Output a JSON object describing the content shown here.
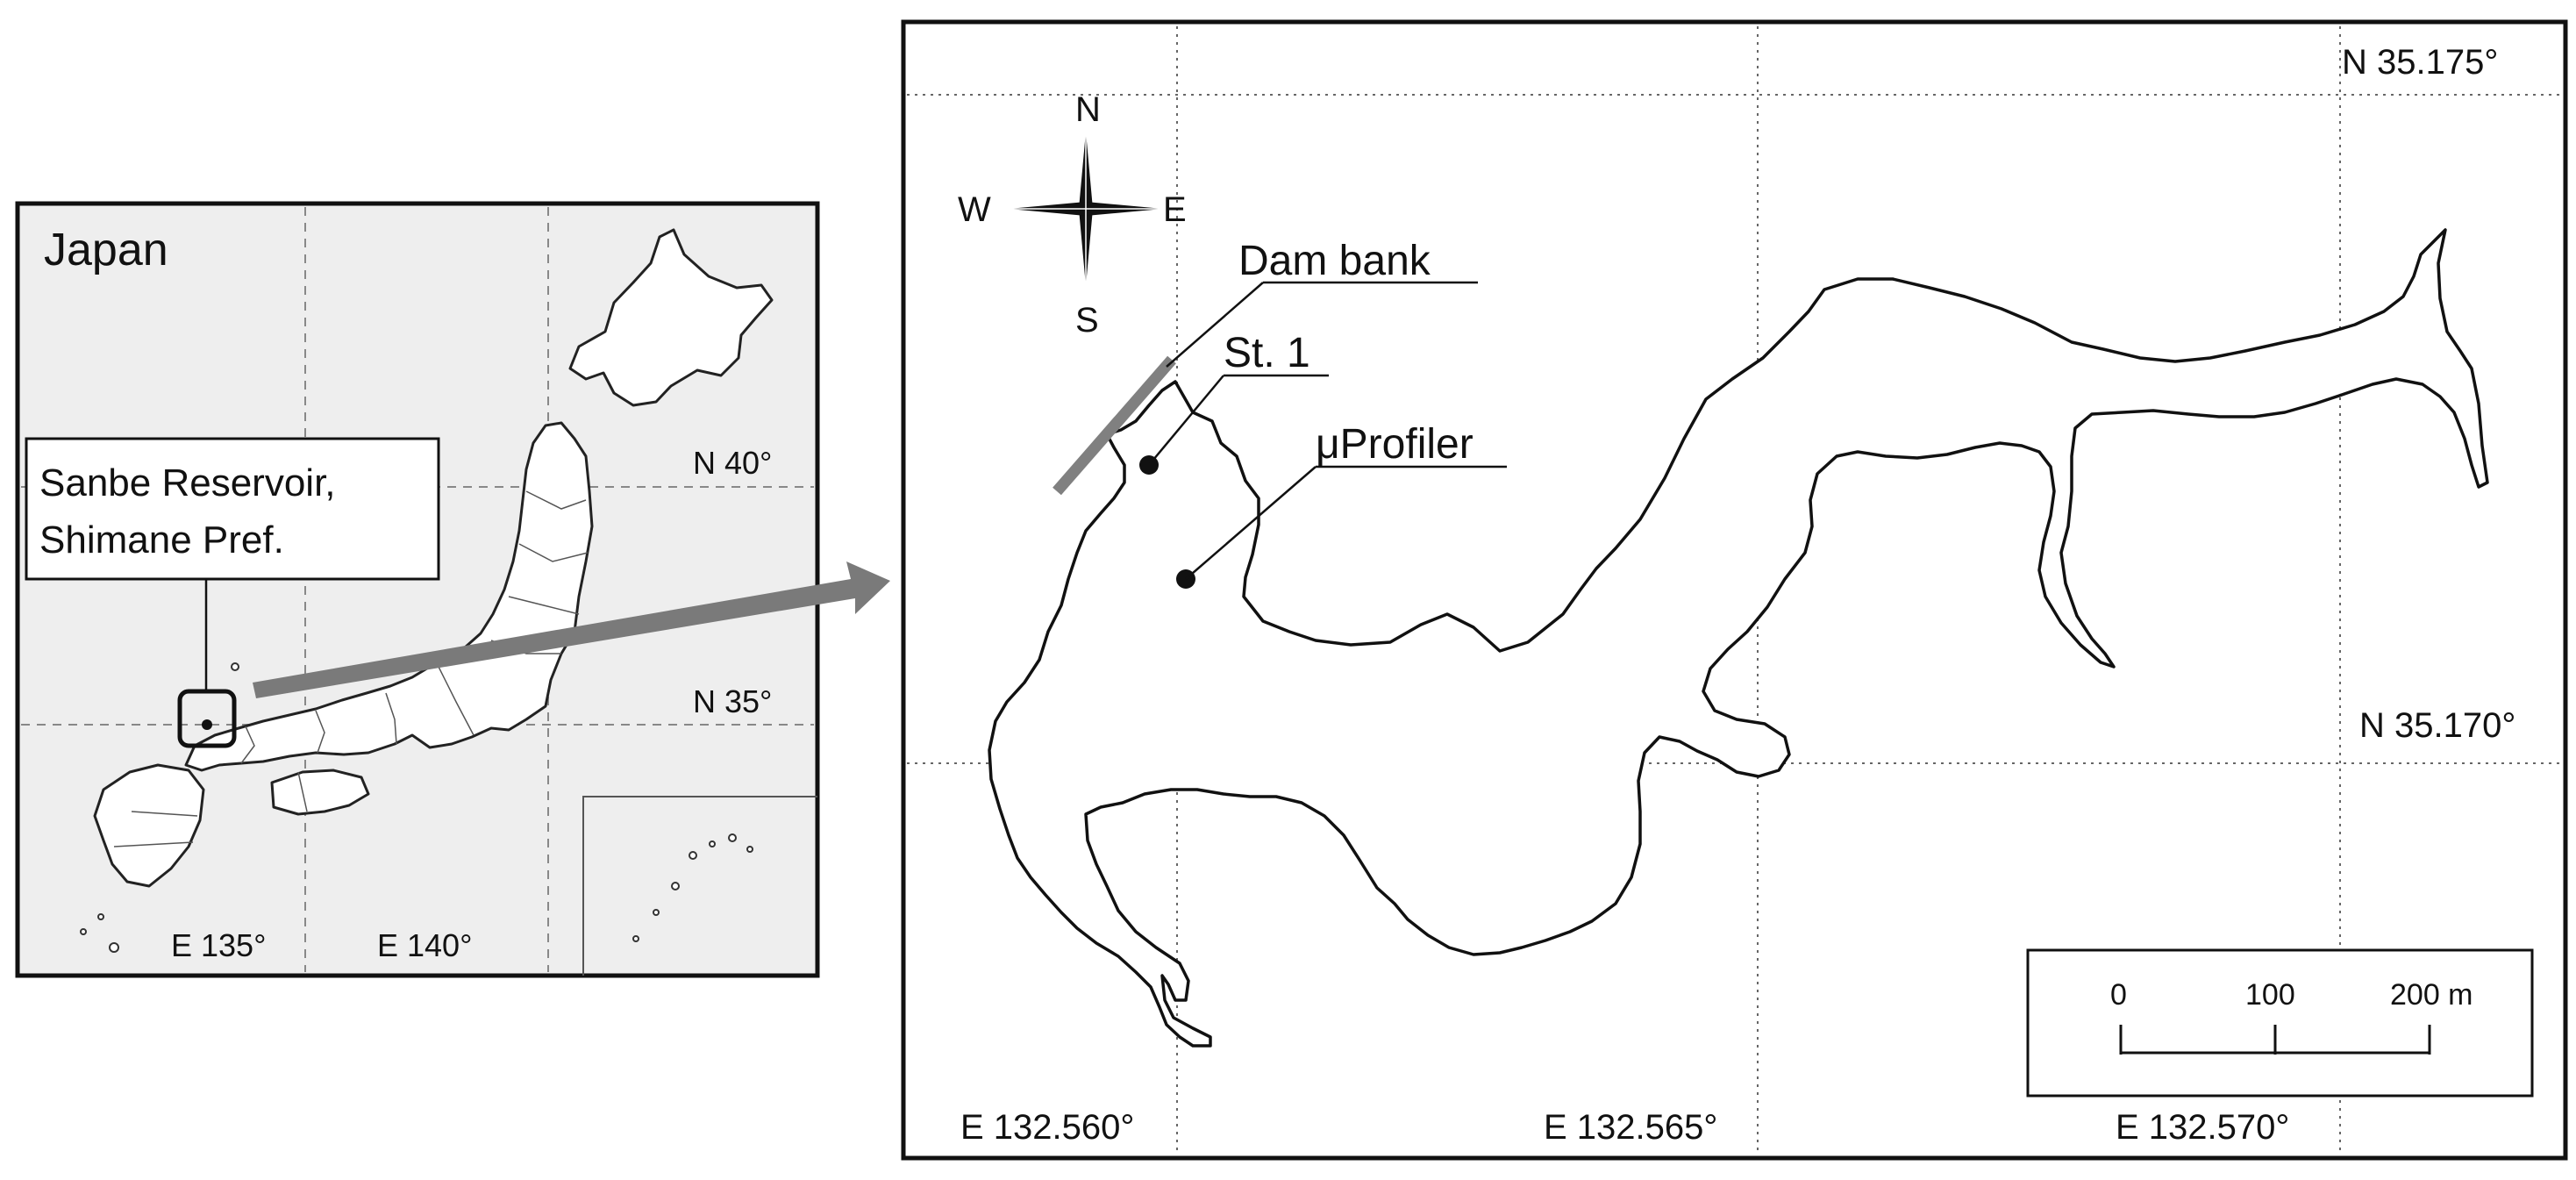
{
  "inset_map": {
    "country_label": "Japan",
    "site_label_line1": "Sanbe Reservoir,",
    "site_label_line2": "Shimane Pref.",
    "lat_labels": [
      "N 40°",
      "N 35°"
    ],
    "lon_labels": [
      "E 135°",
      "E 140°"
    ]
  },
  "main_map": {
    "lat_labels": [
      "N 35.175°",
      "N 35.170°"
    ],
    "lon_labels": [
      "E 132.560°",
      "E 132.565°",
      "E 132.570°"
    ],
    "compass": {
      "n": "N",
      "s": "S",
      "e": "E",
      "w": "W"
    },
    "features": {
      "dam": "Dam bank",
      "station": "St. 1",
      "profiler": "μProfiler"
    },
    "scale_bar": {
      "ticks": [
        "0",
        "100",
        "200 m"
      ]
    }
  },
  "colors": {
    "inset_background": "#eeeeee",
    "arrow": "#7a7a7a",
    "dam": "#808080",
    "ink": "#111111"
  }
}
